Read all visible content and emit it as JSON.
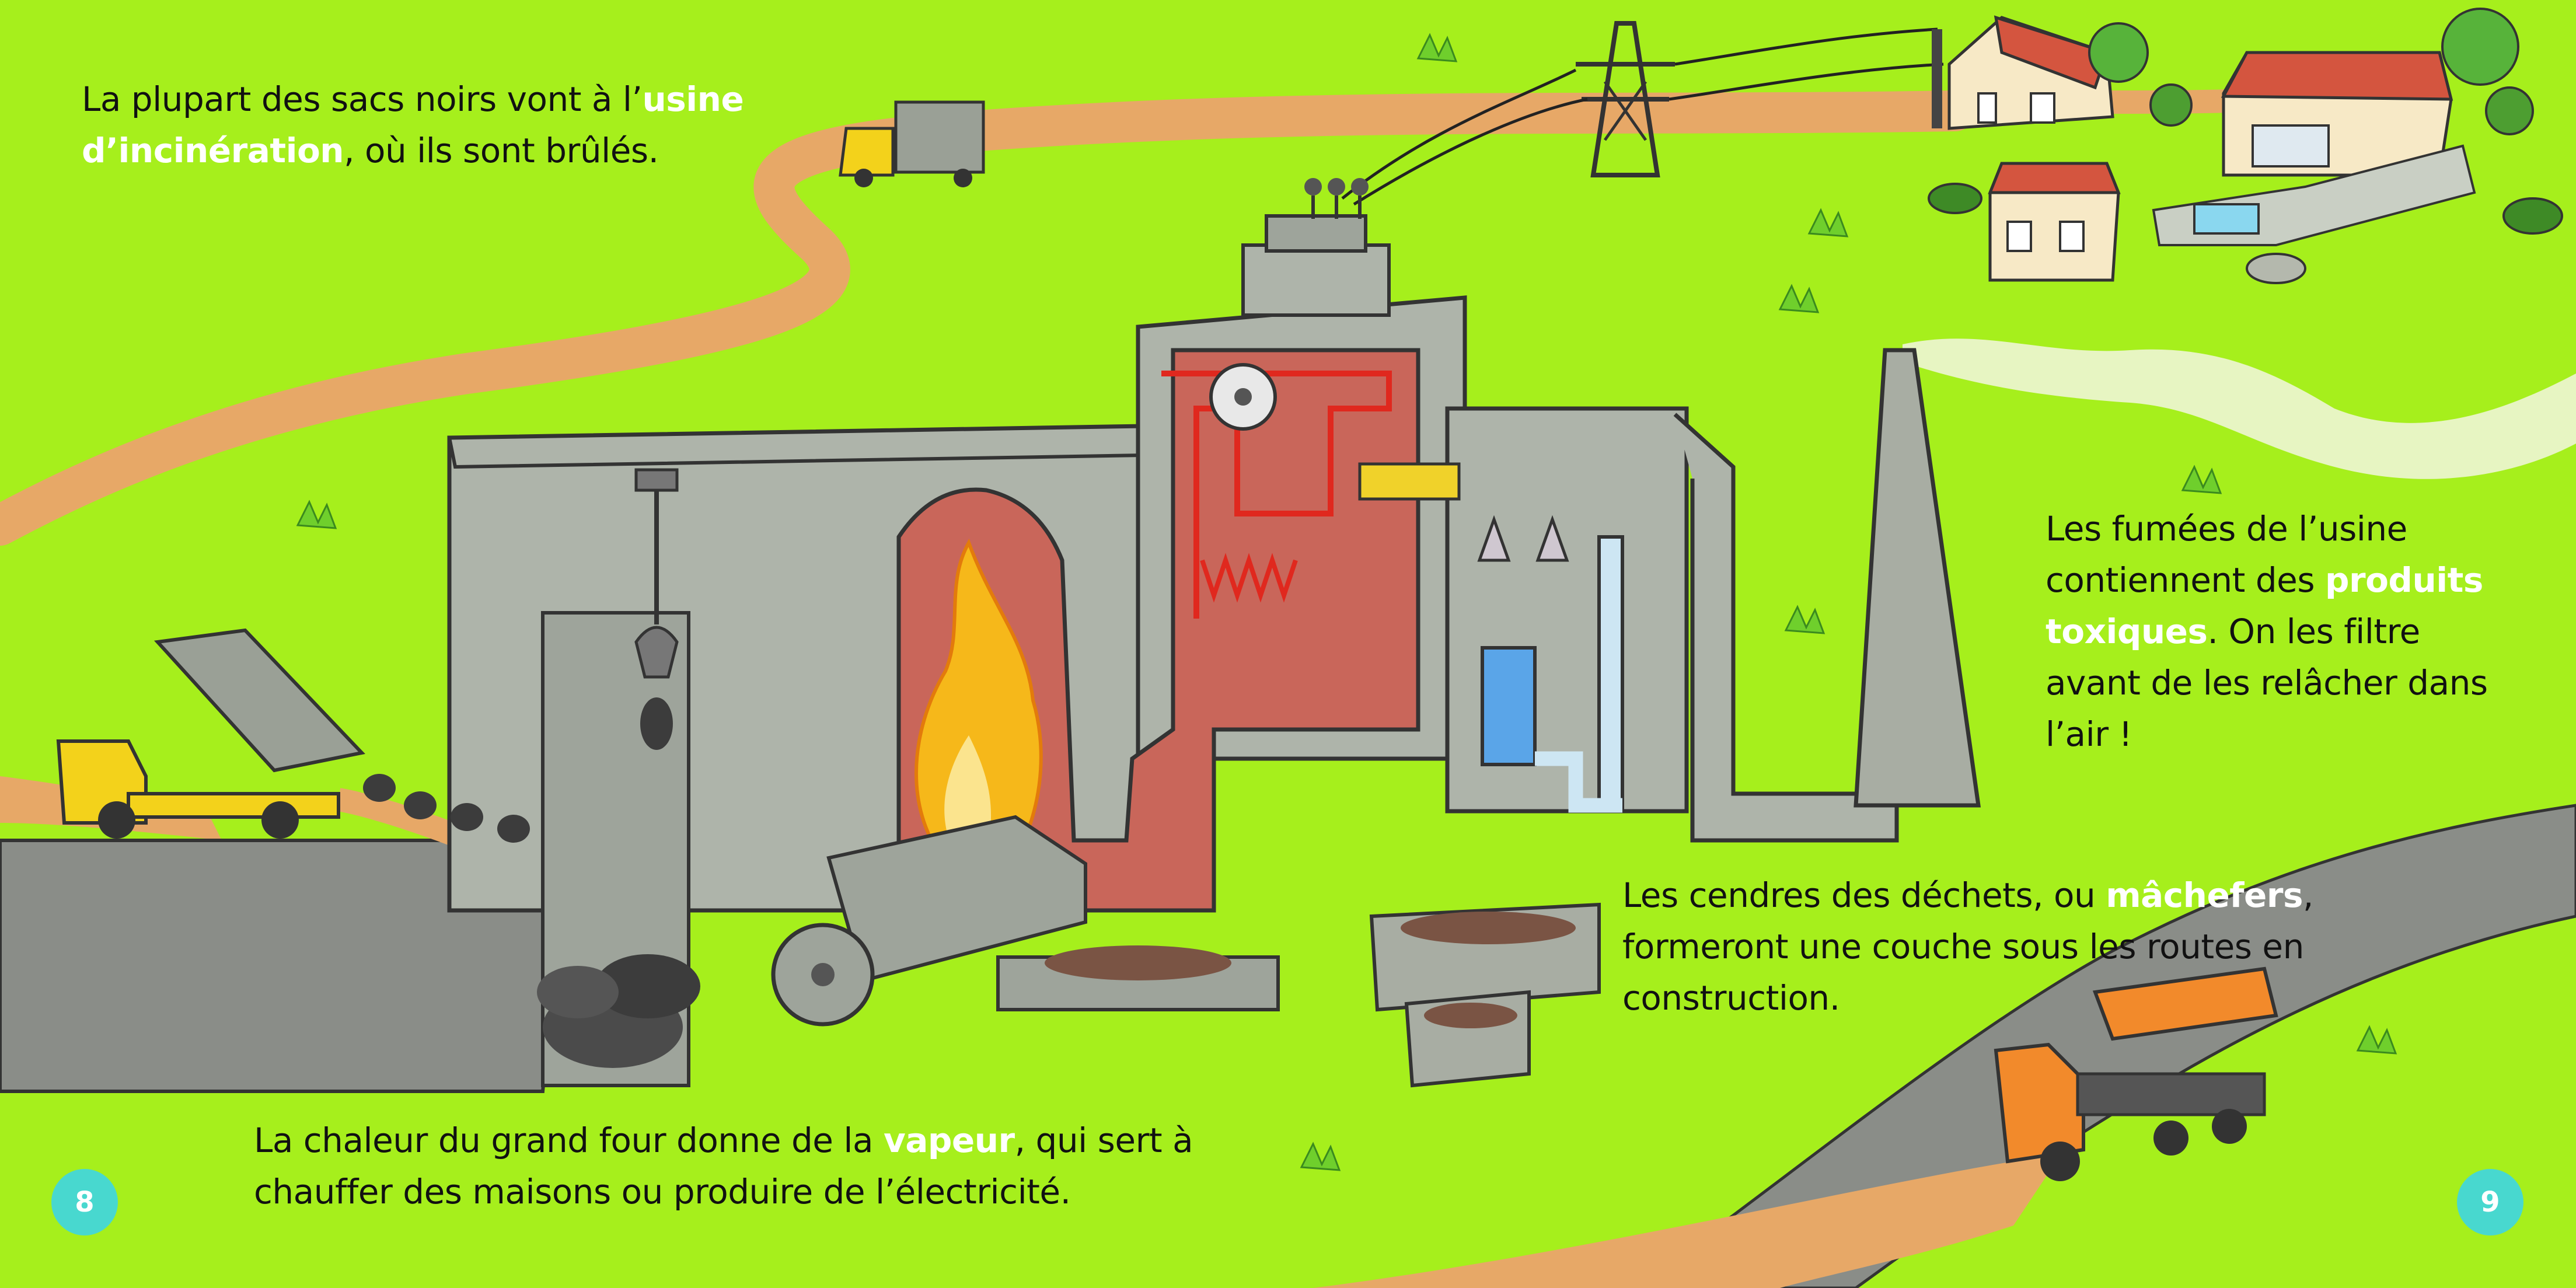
{
  "captions": {
    "incineration": {
      "before": "La plupart des sacs noirs vont à l’",
      "highlight": "usine d’incinération",
      "after": ", où ils sont brûlés."
    },
    "fumes": {
      "before": "Les fumées de l’usine contiennent des ",
      "highlight": "produits toxiques",
      "after": ". On les filtre avant de les relâcher dans l’air !"
    },
    "ashes": {
      "before": "Les cendres des déchets, ou ",
      "highlight": "mâchefers",
      "after": ", formeront une couche sous les routes en construction."
    },
    "heat": {
      "before": "La chaleur du grand four donne de la ",
      "highlight": "vapeur",
      "after": ", qui sert à chauffer des maisons ou produire de l’électricité."
    }
  },
  "page_numbers": {
    "left": "8",
    "right": "9"
  },
  "colors": {
    "background": "#a6ef1c",
    "road": "#e7a867",
    "asphalt": "#8a8d88",
    "building": "#9ea49b",
    "furnace": "#c9665a",
    "fire": "#f6b81a",
    "water": "#5aa5e8",
    "highlight_text": "#ffffff",
    "page_number_badge": "#48d8cf"
  },
  "icons": [
    "garbage-truck-icon",
    "dump-truck-icon",
    "power-pylon-icon",
    "house-icon",
    "turbine-icon",
    "crane-claw-icon",
    "fire-icon",
    "chimney-icon"
  ]
}
